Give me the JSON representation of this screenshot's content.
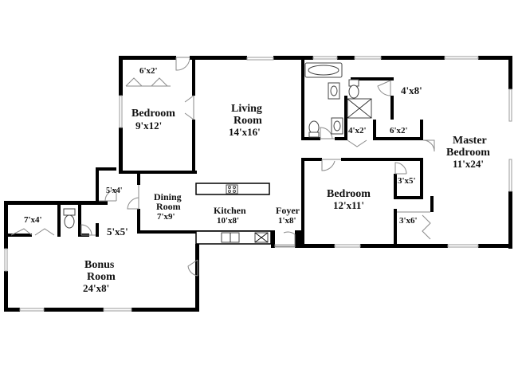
{
  "rooms": {
    "bedroom_nw": {
      "name": "Bedroom",
      "dim": "9'x12'"
    },
    "closet_nw": {
      "dim": "6'x2'"
    },
    "living": {
      "name1": "Living",
      "name2": "Room",
      "dim": "14'x16'"
    },
    "master": {
      "name1": "Master",
      "name2": "Bedroom",
      "dim": "11'x24'"
    },
    "closet_4x8": {
      "dim": "4'x8'"
    },
    "closet_4x2": {
      "dim": "4'x2'"
    },
    "closet_6x2": {
      "dim": "6'x2'"
    },
    "closet_3x5": {
      "dim": "3'x5'"
    },
    "closet_3x6": {
      "dim": "3'x6'"
    },
    "bedroom_s": {
      "name": "Bedroom",
      "dim": "12'x11'"
    },
    "foyer": {
      "name": "Foyer",
      "dim": "1'x8'"
    },
    "kitchen": {
      "name": "Kitchen",
      "dim": "10'x8'"
    },
    "dining": {
      "name1": "Dining",
      "name2": "Room",
      "dim": "7'x9'"
    },
    "closet_5x4": {
      "dim": "5'x4'"
    },
    "bath_5x5": {
      "dim": "5'x5'"
    },
    "closet_7x4": {
      "dim": "7'x4'"
    },
    "bonus": {
      "name1": "Bonus",
      "name2": "Room",
      "dim": "24'x8'"
    }
  }
}
